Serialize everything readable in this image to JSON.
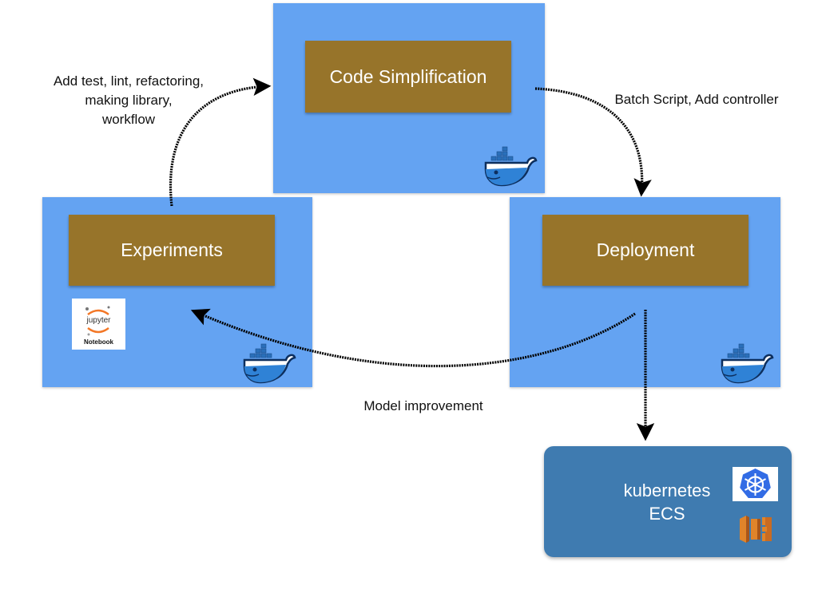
{
  "stages": {
    "code_simplification": "Code Simplification",
    "experiments": "Experiments",
    "deployment": "Deployment"
  },
  "notes": {
    "to_code": [
      "Add test, lint, refactoring,",
      "making library,",
      "workflow"
    ],
    "to_deploy": "Batch Script, Add controller",
    "feedback": "Model improvement"
  },
  "target": {
    "line1": "kubernetes",
    "line2": "ECS"
  },
  "logos": {
    "jupyter_word": "jupyter",
    "jupyter_sub": "Notebook"
  },
  "icons": [
    "docker-whale-icon",
    "jupyter-notebook-icon",
    "kubernetes-icon",
    "aws-ecs-icon"
  ],
  "colors": {
    "panel": "#64a3f2",
    "stage_box": "#97742a",
    "target_box": "#3f7bb0",
    "arrow": "#000000"
  }
}
